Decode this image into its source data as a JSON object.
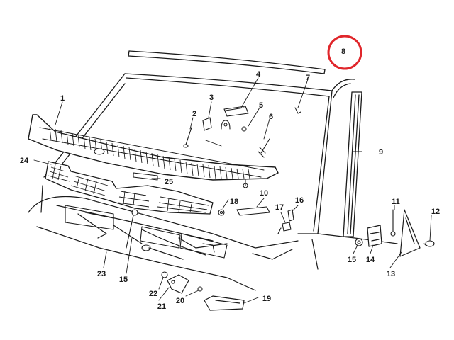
{
  "diagram": {
    "callouts": [
      {
        "id": "c1",
        "label": "1"
      },
      {
        "id": "c2",
        "label": "2"
      },
      {
        "id": "c3",
        "label": "3"
      },
      {
        "id": "c4",
        "label": "4"
      },
      {
        "id": "c5",
        "label": "5"
      },
      {
        "id": "c6",
        "label": "6"
      },
      {
        "id": "c7",
        "label": "7"
      },
      {
        "id": "c8",
        "label": "8"
      },
      {
        "id": "c9",
        "label": "9"
      },
      {
        "id": "c10",
        "label": "10"
      },
      {
        "id": "c11",
        "label": "11"
      },
      {
        "id": "c12",
        "label": "12"
      },
      {
        "id": "c13",
        "label": "13"
      },
      {
        "id": "c14",
        "label": "14"
      },
      {
        "id": "c15a",
        "label": "15"
      },
      {
        "id": "c15b",
        "label": "15"
      },
      {
        "id": "c16",
        "label": "16"
      },
      {
        "id": "c17",
        "label": "17"
      },
      {
        "id": "c18",
        "label": "18"
      },
      {
        "id": "c19",
        "label": "19"
      },
      {
        "id": "c20",
        "label": "20"
      },
      {
        "id": "c21",
        "label": "21"
      },
      {
        "id": "c22",
        "label": "22"
      },
      {
        "id": "c23",
        "label": "23"
      },
      {
        "id": "c24",
        "label": "24"
      },
      {
        "id": "c25",
        "label": "25"
      }
    ],
    "highlight": {
      "callout": "8",
      "color": "#e0262b"
    },
    "ink_color": "#1a1a1a"
  }
}
